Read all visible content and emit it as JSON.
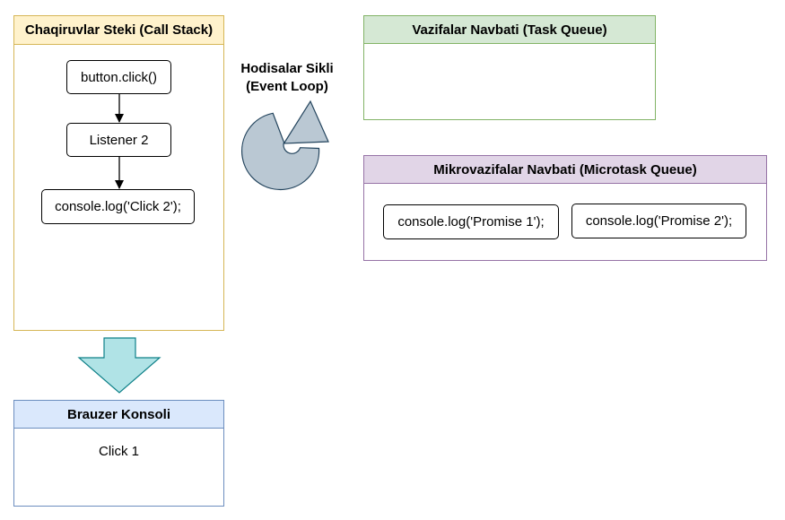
{
  "call_stack": {
    "title": "Chaqiruvlar Steki (Call Stack)",
    "frames": [
      "button.click()",
      "Listener 2",
      "console.log('Click 2');"
    ]
  },
  "event_loop": {
    "label_line1": "Hodisalar Sikli",
    "label_line2": "(Event Loop)",
    "icon": "circular-arrow-icon"
  },
  "task_queue": {
    "title": "Vazifalar Navbati (Task Queue)",
    "items": []
  },
  "microtask_queue": {
    "title": "Mikrovazifalar Navbati (Microtask Queue)",
    "items": [
      "console.log('Promise 1');",
      "console.log('Promise 2');"
    ]
  },
  "browser_console": {
    "title": "Brauzer Konsoli",
    "output": "Click 1"
  },
  "colors": {
    "call_stack_fill": "#fff2cc",
    "call_stack_stroke": "#d6b656",
    "task_queue_fill": "#d5e8d4",
    "task_queue_stroke": "#82b366",
    "microtask_fill": "#e1d5e7",
    "microtask_stroke": "#9673a6",
    "console_fill": "#dae8fc",
    "console_stroke": "#6c8ebf",
    "event_loop_fill": "#bac8d3",
    "event_loop_stroke": "#23445d",
    "down_arrow_fill": "#b0e3e6",
    "down_arrow_stroke": "#0e8088"
  }
}
